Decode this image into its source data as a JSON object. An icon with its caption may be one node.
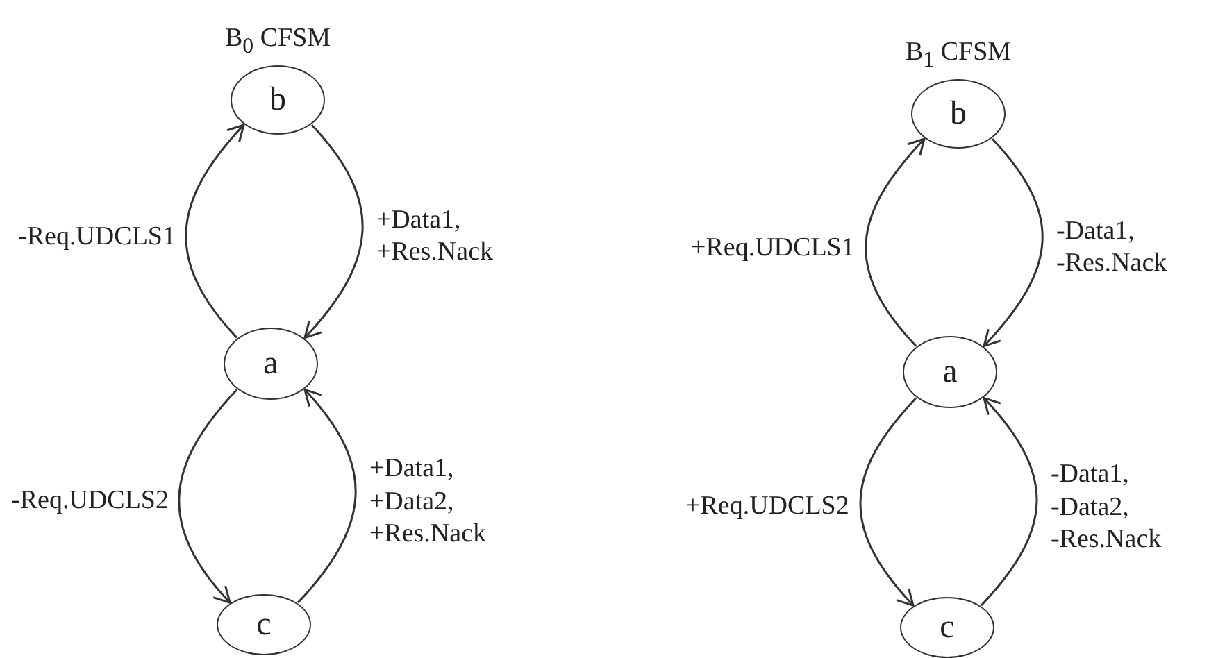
{
  "diagram": {
    "nodes": [
      {
        "text": [
          "b"
        ],
        "beside": [
          "B$_{0}$ CFSM"
        ]
      },
      {
        "text": [
          "a"
        ]
      },
      {
        "text": [
          "c"
        ]
      },
      {
        "text": [
          "b"
        ],
        "beside": [
          "B$_{1}$ CFSM"
        ]
      },
      {
        "text": [
          "a"
        ]
      },
      {
        "text": [
          "c"
        ]
      }
    ],
    "edges": [
      {
        "from": 1,
        "to": 0,
        "arrow": "to",
        "label": "-Req.UDCLS1"
      },
      {
        "from": 0,
        "to": 1,
        "arrow": "to",
        "label": "+Data1, +Res.Nack"
      },
      {
        "from": 1,
        "to": 2,
        "arrow": "to",
        "label": "-Req.UDCLS2"
      },
      {
        "from": 2,
        "to": 1,
        "arrow": "to",
        "label": "+Data1, +Data2, +Res.Nack"
      },
      {
        "from": 4,
        "to": 3,
        "arrow": "to",
        "label": "+Req.UDCLS1"
      },
      {
        "from": 3,
        "to": 4,
        "arrow": "to",
        "label": "-Data1, -Res.Nack"
      },
      {
        "from": 4,
        "to": 5,
        "arrow": "to",
        "label": "+Req.UDCLS2"
      },
      {
        "from": 5,
        "to": 4,
        "arrow": "to",
        "label": "-Data1, -Data2, -Res.Nack"
      }
    ]
  }
}
